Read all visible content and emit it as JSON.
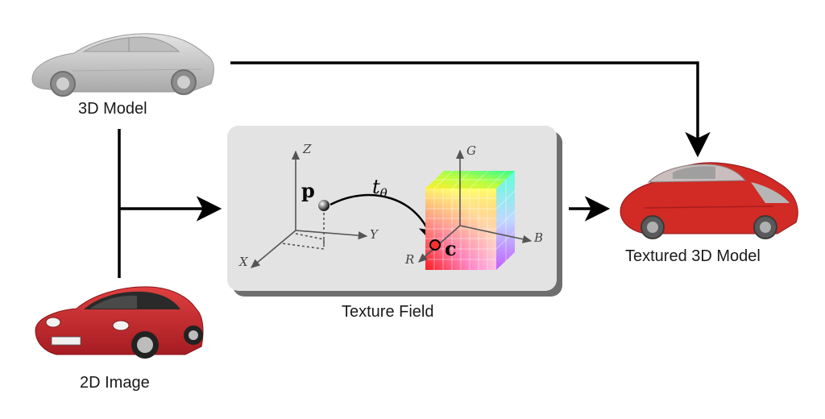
{
  "labels": {
    "model_3d": "3D Model",
    "image_2d": "2D Image",
    "texture_field": "Texture Field",
    "textured_model": "Textured 3D Model"
  },
  "coord_axes": {
    "z": "Z",
    "y": "Y",
    "x": "X"
  },
  "color_axes": {
    "g": "G",
    "b": "B",
    "r": "R"
  },
  "symbols": {
    "point": "p",
    "function": "t",
    "function_subscript": "θ",
    "color": "c"
  },
  "colors": {
    "box_fill": "#e3e3e3",
    "box_shadow": "#6e6e6e",
    "gray_car": "#c4c4c4",
    "photo_car": "#c8252c",
    "textured_car": "#d22a25",
    "arrow": "#000000",
    "axis": "#555555"
  },
  "icons": {
    "gray_car": "gray-3d-car-model",
    "photo_car": "red-sports-car-photo",
    "textured_car": "red-textured-car",
    "color_cube": "rgb-color-cube"
  }
}
